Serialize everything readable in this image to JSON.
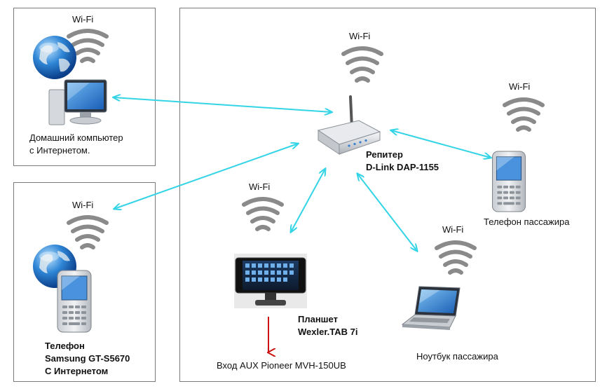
{
  "wifi_label": "Wi-Fi",
  "home_pc": {
    "line1": "Домашний компьютер",
    "line2": "с Интернетом."
  },
  "phone_left": {
    "line1": "Телефон",
    "line2": "Samsung GT-S5670",
    "line3": "С Интернетом"
  },
  "repeater": {
    "line1": "Репитер",
    "line2": "D-Link DAP-1155"
  },
  "passenger_phone": {
    "label": "Телефон пассажира"
  },
  "tablet": {
    "line1": "Планшет",
    "line2": "Wexler.TAB 7i"
  },
  "aux": {
    "label": "Вход AUX Pioneer MVH-150UB"
  },
  "laptop": {
    "label": "Ноутбук пассажира"
  },
  "colors": {
    "link": "#33d4e6",
    "aux_arrow": "#cc1111",
    "box_border": "#7a7a7a",
    "wifi": "#8a8a8a"
  }
}
